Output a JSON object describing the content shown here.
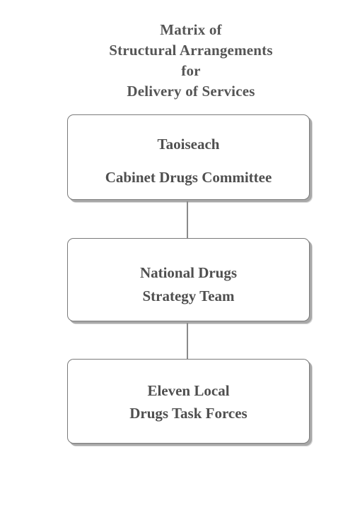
{
  "title": {
    "line1": "Matrix of",
    "line2": "Structural Arrangements",
    "line3": "for",
    "line4": "Delivery of Services"
  },
  "boxes": [
    {
      "line1": "Taoiseach",
      "line2": "Cabinet Drugs Committee"
    },
    {
      "line1": "National Drugs",
      "line2": "Strategy Team"
    },
    {
      "line1": "Eleven Local",
      "line2": "Drugs Task Forces"
    }
  ]
}
